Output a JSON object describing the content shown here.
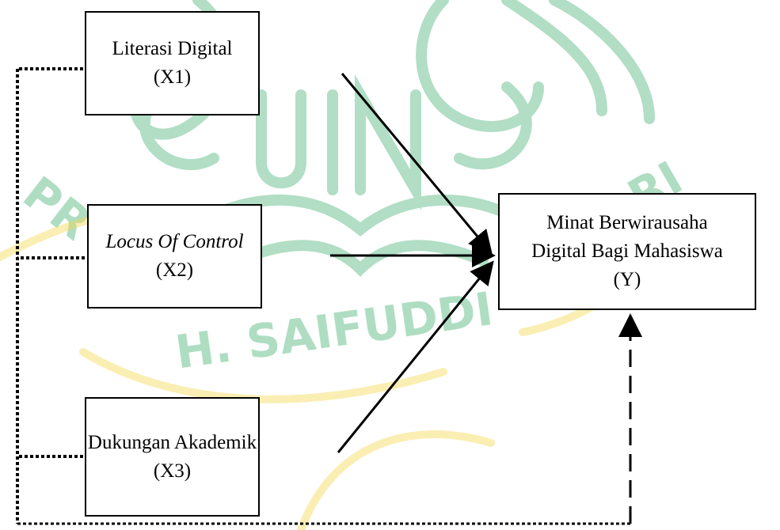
{
  "diagram": {
    "watermark": {
      "text": "UIN PROF. K.H. SAIFUDDIN ZUHRI",
      "colors": [
        "#0f9a4a",
        "#f3d64b"
      ]
    },
    "nodes": {
      "x1": {
        "label": "Literasi Digital",
        "code": "(X1)"
      },
      "x2": {
        "label": "Locus Of Control",
        "code": "(X2)",
        "italic": true
      },
      "x3": {
        "label": "Dukungan Akademik",
        "code": "(X3)"
      },
      "y": {
        "line1": "Minat Berwirausaha",
        "line2": "Digital Bagi Mahasiswa",
        "code": "(Y)"
      }
    },
    "edges": [
      {
        "from": "x1",
        "to": "y",
        "style": "solid"
      },
      {
        "from": "x2",
        "to": "y",
        "style": "solid"
      },
      {
        "from": "x3",
        "to": "y",
        "style": "solid"
      },
      {
        "from": "x1-x2-x3",
        "to": "y",
        "style": "dashed"
      }
    ]
  }
}
